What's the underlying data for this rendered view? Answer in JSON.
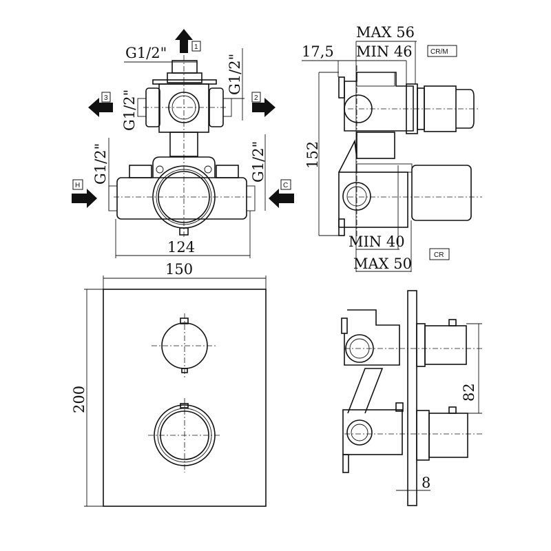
{
  "top_view": {
    "thread_top": "G1/2\"",
    "thread_right": "G1/2\"",
    "thread_left": "G1/2\"",
    "thread_lower_left": "G1/2\"",
    "thread_lower_right": "G1/2\"",
    "outlet_1": "1",
    "outlet_2": "2",
    "outlet_3": "3",
    "inlet_hot": "H",
    "inlet_cold": "C",
    "width_dim": "124"
  },
  "side_view_top": {
    "max_depth": "MAX 56",
    "min_depth": "MIN 46",
    "offset": "17,5",
    "variant": "CR/M",
    "height_dim": "152",
    "min_depth_low": "MIN 40",
    "max_depth_low": "MAX 50",
    "variant_low": "CR"
  },
  "front_view": {
    "width_dim": "150",
    "height_dim": "200"
  },
  "side_view_bottom": {
    "spacing_dim": "82",
    "plate_dim": "8"
  }
}
